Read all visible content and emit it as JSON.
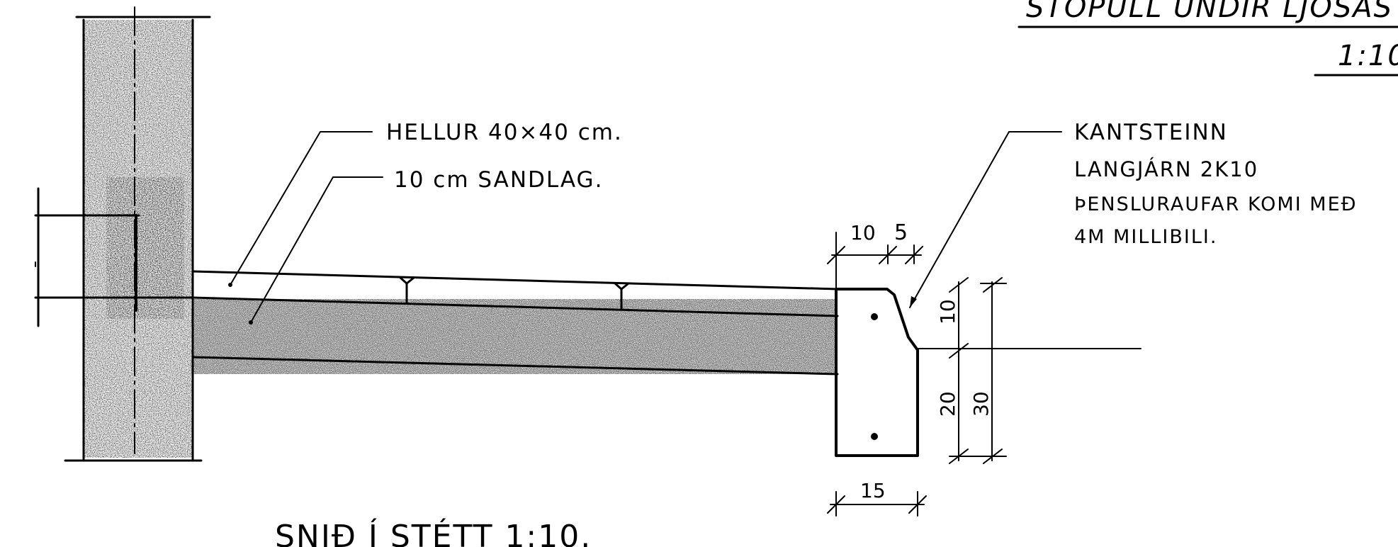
{
  "title_block": {
    "title": "STÓPULL UNDIR LJÓSASTAUR",
    "scale": "1:10."
  },
  "labels": {
    "hellur": "HELLUR  40×40 cm.",
    "sandlag": "10 cm  SANDLAG.",
    "kantsteinn": "KANTSTEINN",
    "langjarn": "LANGJÁRN  2K10",
    "thensluraufar": "ÞENSLURAUFAR KOMI MEÐ",
    "millibili": "4M  MILLIBILI.",
    "section_title": "SNIÐ  Í  STÉTT  1:10."
  },
  "dimensions": {
    "curb_top_width": "10",
    "curb_top_offset": "5",
    "curb_upper_height": "10",
    "curb_lower_height": "20",
    "curb_total_height": "30",
    "curb_base_width": "15"
  },
  "colors": {
    "ink": "#000000",
    "paper": "#ffffff",
    "concrete_speckle": "#555555"
  }
}
